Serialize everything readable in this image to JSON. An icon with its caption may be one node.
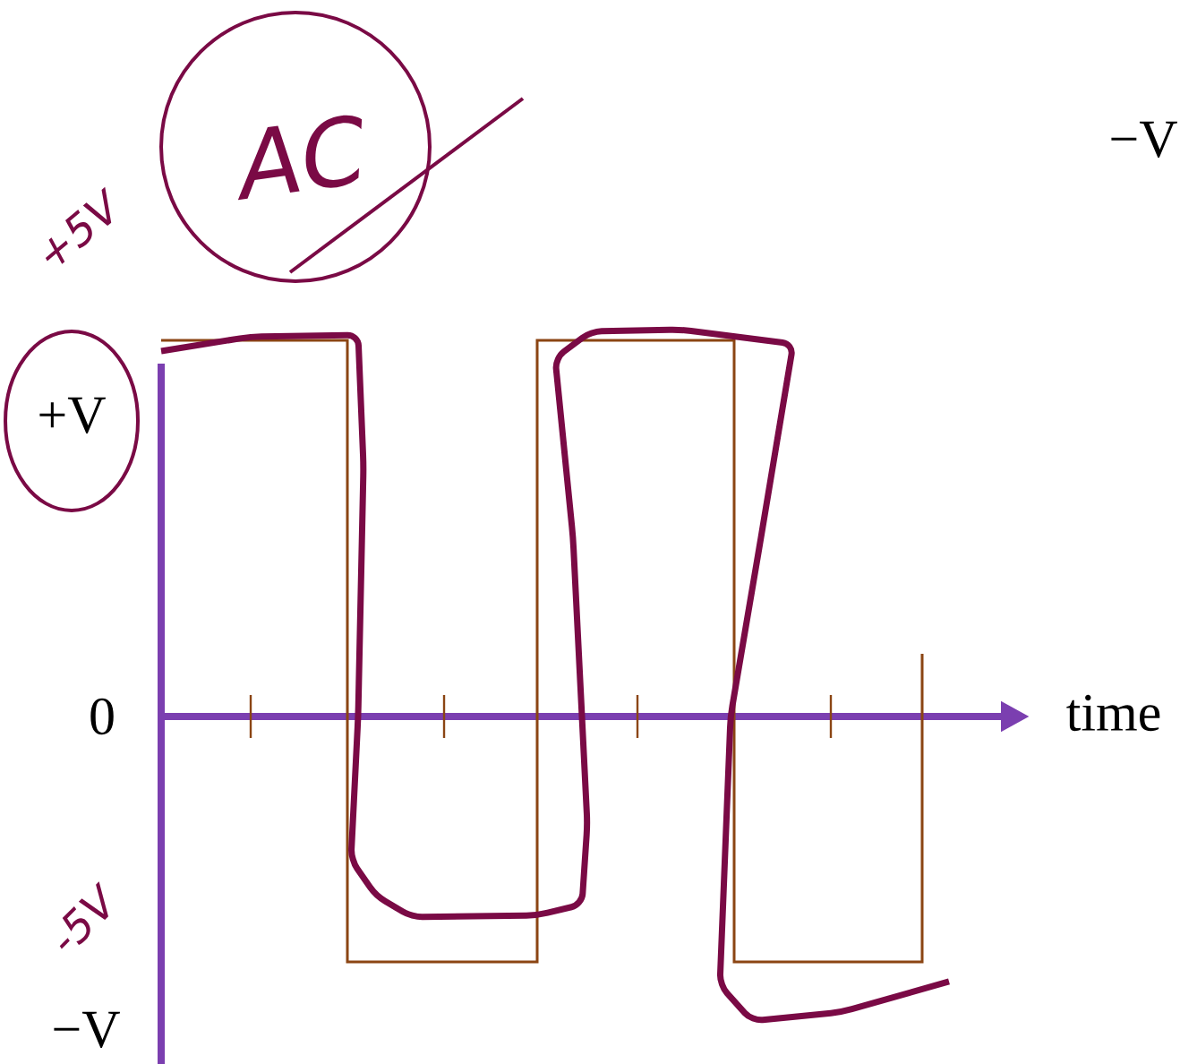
{
  "diagram": {
    "labels": [
      "−V",
      "AC",
      "+5V",
      "+V",
      "0",
      "time",
      "-5V",
      "−V"
    ]
  }
}
